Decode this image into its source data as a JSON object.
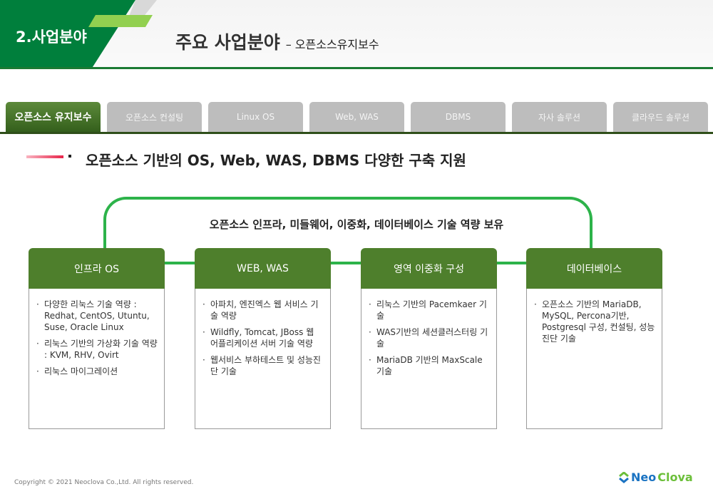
{
  "header": {
    "section": "2.사업분야",
    "title": "주요 사업분야",
    "subtitle": "– 오픈소스유지보수"
  },
  "tabs": [
    {
      "label": "오픈소스 유지보수"
    },
    {
      "label": "오픈소스 컨설팅"
    },
    {
      "label": "Linux OS"
    },
    {
      "label": "Web, WAS"
    },
    {
      "label": "DBMS"
    },
    {
      "label": "자사 솔루션"
    },
    {
      "label": "클라우드 솔루션"
    }
  ],
  "main": {
    "heading": "오픈소스 기반의 OS, Web, WAS, DBMS  다양한 구축 지원",
    "arc_label": "오픈소스 인프라, 미들웨어, 이중화, 데이터베이스 기술 역량 보유",
    "boxes": [
      {
        "title": "인프라 OS",
        "items": [
          "다양한 리눅스 기술 역량 : Redhat, CentOS, Utuntu, Suse, Oracle Linux",
          "리눅스 기반의 가상화  기술 역량 : KVM, RHV, Ovirt",
          "리눅스 마이그레이션"
        ]
      },
      {
        "title": "WEB, WAS",
        "items": [
          "아파치, 엔진엑스 웹 서비스 기술 역량",
          "Wildfly, Tomcat, JBoss 웹 어플리케이션 서버 기술 역량",
          "웹서비스 부하테스트 및 성능진단 기술"
        ]
      },
      {
        "title": "영역 이중화 구성",
        "items": [
          "리눅스 기반의 Pacemkaer 기술",
          "WAS기반의 세션클러스터링 기술",
          "MariaDB 기반의 MaxScale 기술"
        ]
      },
      {
        "title": "데이터베이스",
        "items": [
          "오픈소스 기반의 MariaDB, MySQL, Percona기반, Postgresql 구성, 컨설팅, 성능진단 기술"
        ]
      }
    ]
  },
  "footer": {
    "copyright": "Copyright © 2021 Neoclova Co.,Ltd. All rights reserved.",
    "logo_neo": "Neo",
    "logo_clova": "Clova"
  }
}
